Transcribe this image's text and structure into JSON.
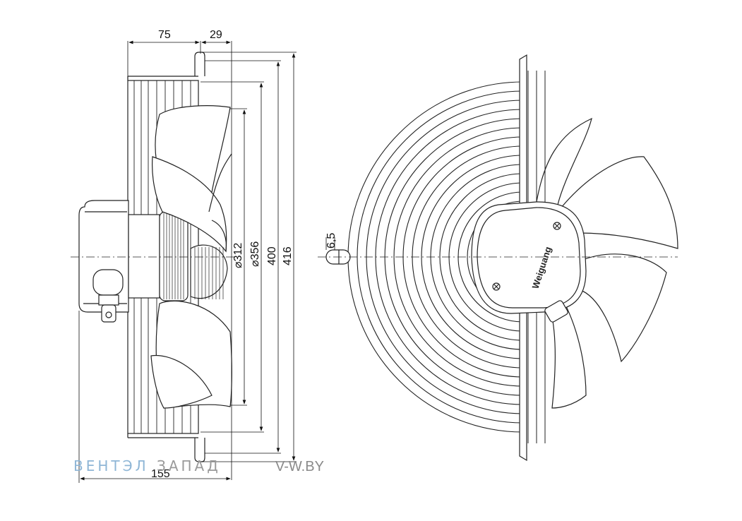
{
  "dimensions": {
    "top_left": "75",
    "top_right": "29",
    "bottom": "155",
    "d312": "⌀312",
    "d356": "⌀356",
    "d400": "400",
    "d416": "416",
    "slot": "6,5"
  },
  "brand": {
    "motor_label": "Weiguang"
  },
  "watermark": {
    "part1": "ВЕНТЭЛ",
    "part2": "ЗАПАД",
    "part3": "V-W.BY",
    "color1": "#8fb6d6",
    "color2": "#9a9a9a",
    "color3": "#8a8a8a"
  }
}
